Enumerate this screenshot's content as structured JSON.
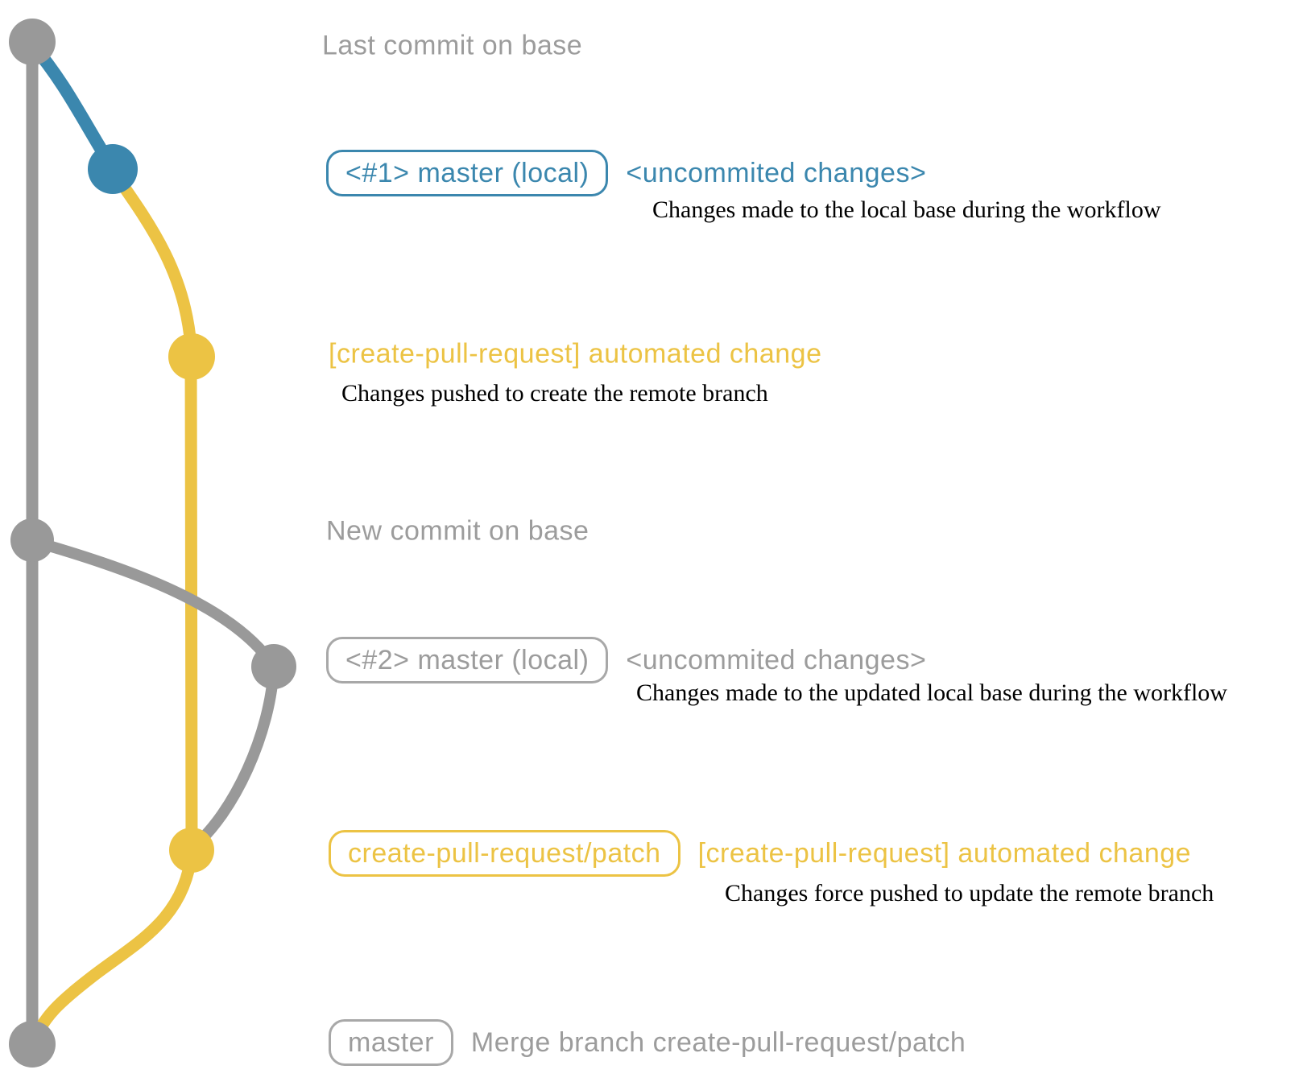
{
  "colors": {
    "branch_gray": "#999999",
    "branch_blue": "#3b87ae",
    "branch_yellow": "#ecc344",
    "text_gray": "#9c9c9c",
    "border_gray": "#a8a8a8",
    "text_black": "#000000",
    "background": "#ffffff"
  },
  "rows": {
    "last_commit": {
      "label": "Last commit on base"
    },
    "local1": {
      "badge": "<#1> master (local)",
      "annotation": "<uncommited changes>",
      "description": "Changes made to the local base during the workflow"
    },
    "push1": {
      "label": "[create-pull-request] automated change",
      "description": "Changes pushed to create the remote branch"
    },
    "new_commit": {
      "label": "New commit on base"
    },
    "local2": {
      "badge": "<#2> master (local)",
      "annotation": "<uncommited changes>",
      "description": "Changes made to the updated local base during the workflow"
    },
    "push2": {
      "badge": "create-pull-request/patch",
      "annotation": "[create-pull-request] automated change",
      "description": "Changes force pushed to update the remote branch"
    },
    "merge": {
      "badge": "master",
      "annotation": "Merge branch create-pull-request/patch"
    }
  }
}
